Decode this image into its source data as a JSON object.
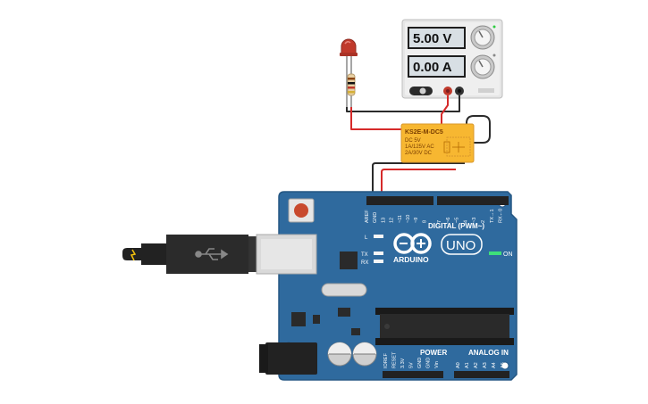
{
  "power_supply": {
    "voltage_display": "5.00 V",
    "current_display": "0.00 A"
  },
  "relay": {
    "part_number": "KS2E-M-DC5",
    "line1": "DC 5V",
    "line2": "1A/125V AC",
    "line3": "2A/30V DC"
  },
  "arduino": {
    "brand": "ARDUINO",
    "model": "UNO",
    "digital_label": "DIGITAL (PWM~)",
    "power_label": "POWER",
    "analog_label": "ANALOG IN",
    "on_label": "ON",
    "led_l": "L",
    "led_tx": "TX",
    "led_rx": "RX",
    "digital_pins": [
      "AREF",
      "GND",
      "13",
      "12",
      "~11",
      "~10",
      "~9",
      "8",
      "7",
      "~6",
      "~5",
      "4",
      "~3",
      "2",
      "TX→1",
      "RX←0"
    ],
    "power_pins": [
      "IOREF",
      "RESET",
      "3.3V",
      "5V",
      "GND",
      "GND",
      "Vin"
    ],
    "analog_pins": [
      "A0",
      "A1",
      "A2",
      "A3",
      "A4",
      "A5"
    ]
  },
  "colors": {
    "board": "#2f6a9e",
    "board_edge": "#255783",
    "relay": "#f7b731",
    "wire_black": "#2b2b2b",
    "wire_red": "#d62a2a",
    "led": "#c0392b",
    "supply_body": "#e9e9e9",
    "display_bg": "#d8dfe4"
  },
  "icons": [
    "usb-icon",
    "power-button-icon",
    "led-icon",
    "resistor-icon"
  ]
}
